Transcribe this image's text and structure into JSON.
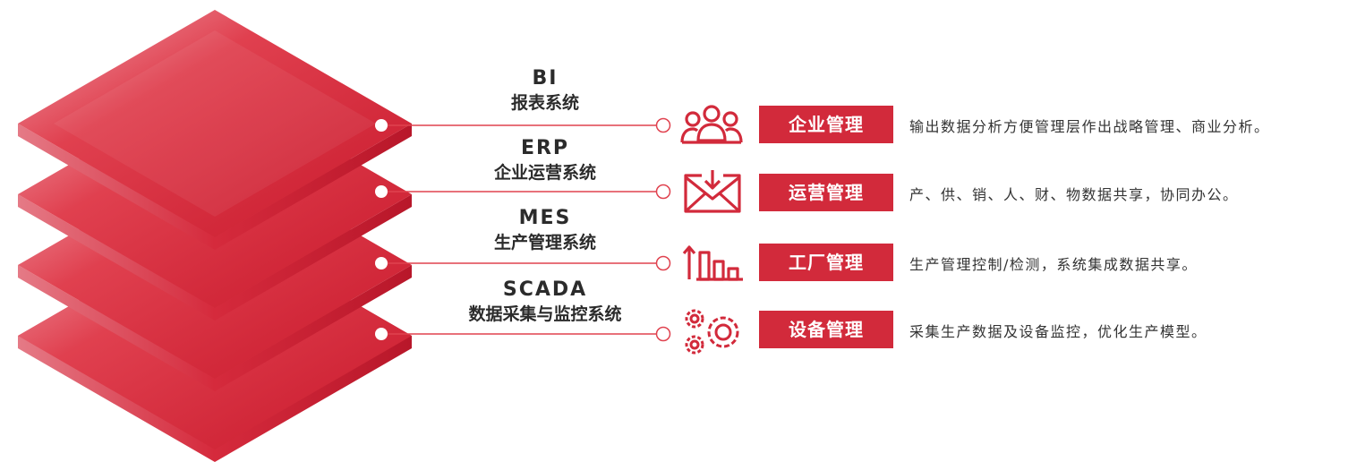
{
  "colors": {
    "accent": "#d22a3b",
    "line": "#e0424f",
    "text": "#333333"
  },
  "layers": [
    {
      "code": "BI",
      "name": "报表系统",
      "badge": "企业管理",
      "desc": "输出数据分析方便管理层作出战略管理、商业分析。",
      "icon": "people-group-icon"
    },
    {
      "code": "ERP",
      "name": "企业运营系统",
      "badge": "运营管理",
      "desc": "产、供、销、人、财、物数据共享，协同办公。",
      "icon": "mail-download-icon"
    },
    {
      "code": "MES",
      "name": "生产管理系统",
      "badge": "工厂管理",
      "desc": "生产管理控制/检测，系统集成数据共享。",
      "icon": "bar-chart-arrow-icon"
    },
    {
      "code": "SCADA",
      "name": "数据采集与监控系统",
      "badge": "设备管理",
      "desc": "采集生产数据及设备监控，优化生产模型。",
      "icon": "gears-icon"
    }
  ]
}
